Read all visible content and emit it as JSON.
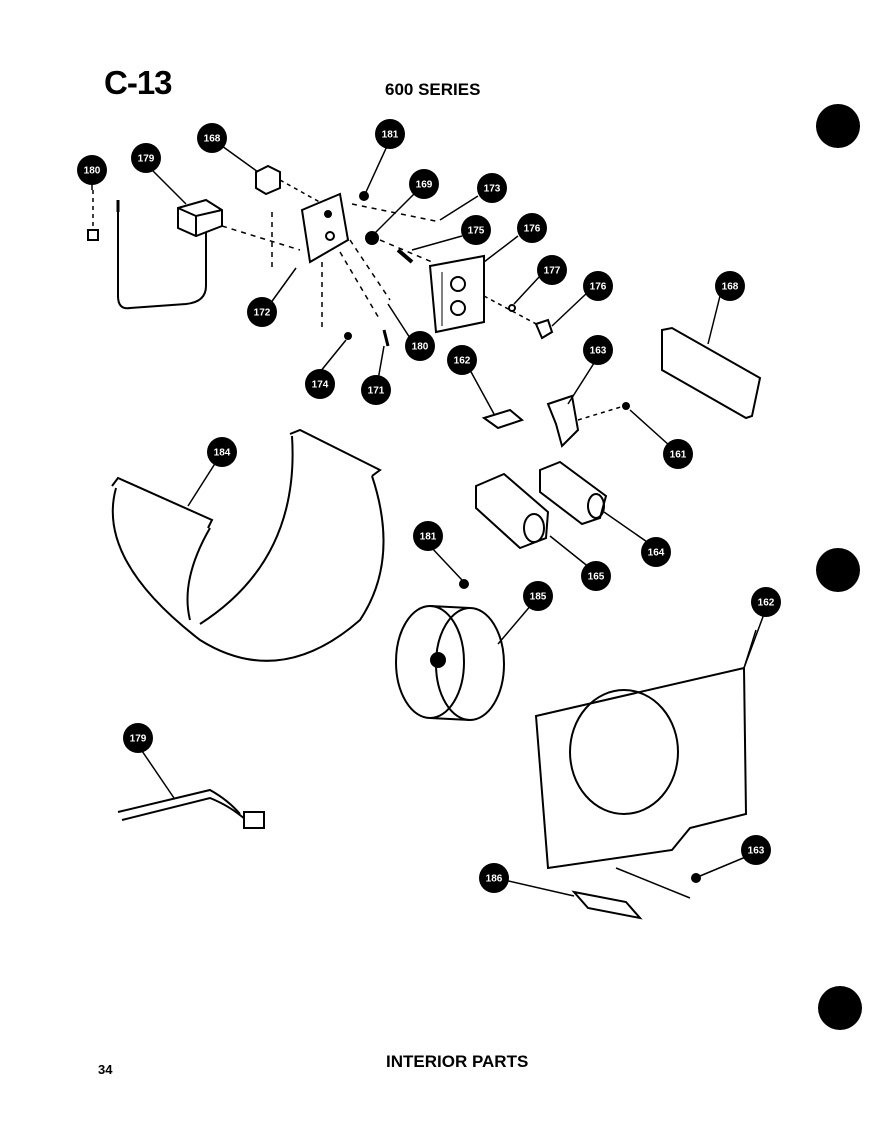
{
  "header": {
    "page_code": "C-13",
    "series": "600 SERIES"
  },
  "footer": {
    "section_title": "INTERIOR PARTS",
    "page_number": "34"
  },
  "callouts": [
    {
      "id": "c180a",
      "label": "180"
    },
    {
      "id": "c179a",
      "label": "179"
    },
    {
      "id": "c168a",
      "label": "168"
    },
    {
      "id": "c181a",
      "label": "181"
    },
    {
      "id": "c169",
      "label": "169"
    },
    {
      "id": "c173",
      "label": "173"
    },
    {
      "id": "c175",
      "label": "175"
    },
    {
      "id": "c176a",
      "label": "176"
    },
    {
      "id": "c177",
      "label": "177"
    },
    {
      "id": "c176b",
      "label": "176"
    },
    {
      "id": "c168b",
      "label": "168"
    },
    {
      "id": "c172",
      "label": "172"
    },
    {
      "id": "c180b",
      "label": "180"
    },
    {
      "id": "c174",
      "label": "174"
    },
    {
      "id": "c171",
      "label": "171"
    },
    {
      "id": "c162a",
      "label": "162"
    },
    {
      "id": "c163a",
      "label": "163"
    },
    {
      "id": "c161",
      "label": "161"
    },
    {
      "id": "c184",
      "label": "184"
    },
    {
      "id": "c164",
      "label": "164"
    },
    {
      "id": "c165a",
      "label": "165"
    },
    {
      "id": "c181b",
      "label": "181"
    },
    {
      "id": "c185",
      "label": "185"
    },
    {
      "id": "c162b",
      "label": "162"
    },
    {
      "id": "c179b",
      "label": "179"
    },
    {
      "id": "c163b",
      "label": "163"
    },
    {
      "id": "c186",
      "label": "186"
    }
  ]
}
